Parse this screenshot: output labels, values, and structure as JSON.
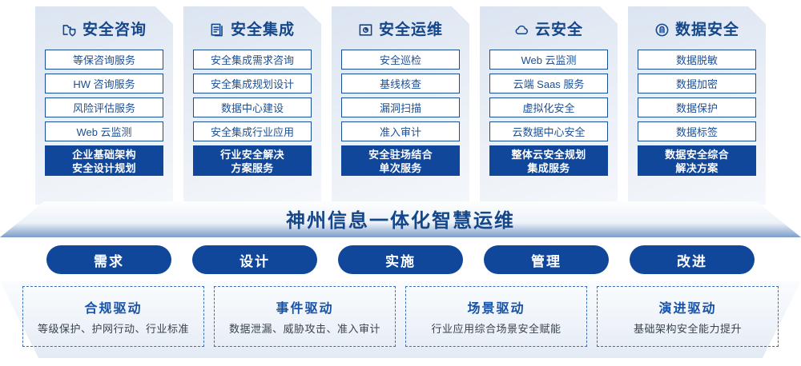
{
  "columns": [
    {
      "icon": "folder-shield-icon",
      "title": "安全咨询",
      "items": [
        "等保咨询服务",
        "HW 咨询服务",
        "风险评估服务",
        "Web 云监测"
      ],
      "highlight": {
        "line1": "企业基础架构",
        "line2": "安全设计规划"
      }
    },
    {
      "icon": "documents-copy-icon",
      "title": "安全集成",
      "items": [
        "安全集成需求咨询",
        "安全集成规划设计",
        "数据中心建设",
        "安全集成行业应用"
      ],
      "highlight": {
        "line1": "行业安全解决",
        "line2": "方案服务"
      }
    },
    {
      "icon": "monitor-chart-icon",
      "title": "安全运维",
      "items": [
        "安全巡检",
        "基线核查",
        "漏洞扫描",
        "准入审计"
      ],
      "highlight": {
        "line1": "安全驻场结合",
        "line2": "单次服务"
      }
    },
    {
      "icon": "cloud-icon",
      "title": "云安全",
      "items": [
        "Web 云监测",
        "云端 Saas 服务",
        "虚拟化安全",
        "云数据中心安全"
      ],
      "highlight": {
        "line1": "整体云安全规划",
        "line2": "集成服务"
      }
    },
    {
      "icon": "fingerprint-icon",
      "title": "数据安全",
      "items": [
        "数据脱敏",
        "数据加密",
        "数据保护",
        "数据标签"
      ],
      "highlight": {
        "line1": "数据安全综合",
        "line2": "解决方案"
      }
    }
  ],
  "banner": {
    "text": "神州信息一体化智慧运维"
  },
  "steps": [
    {
      "label": "需求"
    },
    {
      "label": "设计"
    },
    {
      "label": "实施"
    },
    {
      "label": "管理"
    },
    {
      "label": "改进"
    }
  ],
  "drivers": [
    {
      "title": "合规驱动",
      "desc": "等级保护、护网行动、行业标准"
    },
    {
      "title": "事件驱动",
      "desc": "数据泄漏、威胁攻击、准入审计"
    },
    {
      "title": "场景驱动",
      "desc": "行业应用综合场景安全赋能"
    },
    {
      "title": "演进驱动",
      "desc": "基础架构安全能力提升"
    }
  ],
  "colors": {
    "primary": "#10479a",
    "title": "#14468a",
    "outline": "#1a4f96",
    "dash": "#3a6fb5"
  }
}
